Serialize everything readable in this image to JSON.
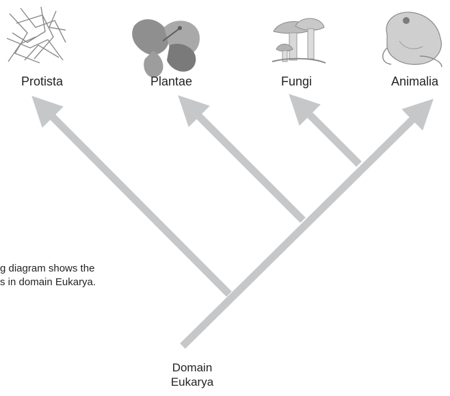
{
  "taxa": [
    {
      "name": "Protista",
      "icon": "protist-filaments-icon"
    },
    {
      "name": "Plantae",
      "icon": "hibiscus-flower-icon"
    },
    {
      "name": "Fungi",
      "icon": "mushrooms-icon"
    },
    {
      "name": "Animalia",
      "icon": "frog-icon"
    }
  ],
  "root": {
    "line1": "Domain",
    "line2": "Eukarya"
  },
  "caption": {
    "line1": "g diagram shows the",
    "line2": "s in domain Eukarya."
  },
  "colors": {
    "branch": "#c6c7c9",
    "text": "#231f20",
    "icon": "#8a8a8a"
  }
}
